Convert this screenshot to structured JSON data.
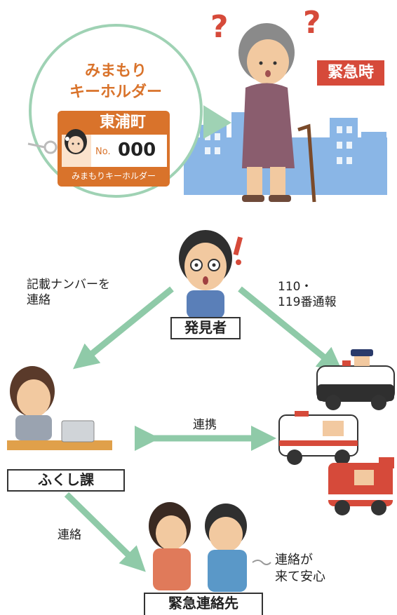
{
  "keyholder": {
    "title_line1": "みまもり",
    "title_line2": "キーホルダー",
    "town": "東浦町",
    "no_label": "No.",
    "number": "000",
    "footer": "みまもりキーホルダー"
  },
  "emergency_badge": "緊急時",
  "question_marks": [
    "?",
    "?"
  ],
  "exclamation": "!",
  "nodes": {
    "finder": "発見者",
    "welfare": "ふくし課",
    "emergency_contact": "緊急連絡先"
  },
  "edges": {
    "contact_number": "記載ナンバーを\n連絡",
    "report": "110・\n119番通報",
    "cooperation": "連携",
    "contact": "連絡",
    "relief": "連絡が\n来て安心"
  },
  "colors": {
    "arrow": "#8fcaa8",
    "orange": "#d9732b",
    "red_badge": "#d64a3a",
    "city_blue": "#8ab6e6",
    "circle_border": "#9fd2b4"
  }
}
